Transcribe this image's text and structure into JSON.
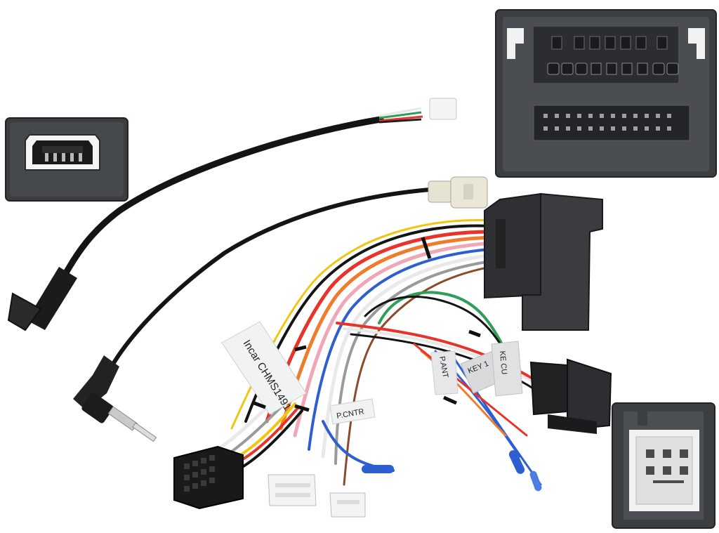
{
  "labels": {
    "main_tag": "Incar CHMS1491",
    "pcntr_tag": "P.CNTR",
    "pant_tag": "P.ANT",
    "key1_tag": "KEY 1",
    "key_cu_tag": "KE CU"
  },
  "colors": {
    "background": "#ffffff",
    "connector_dark": "#3a3d40",
    "connector_black": "#1c1d1f",
    "cable_black": "#141414",
    "tag_white": "#f1f2f2",
    "wire_red": "#e8332a",
    "wire_orange": "#f07c2b",
    "wire_blue": "#2d5fd0",
    "wire_green": "#2f9e5a",
    "wire_pink": "#f0a6b4",
    "wire_white": "#e9e9e9",
    "wire_grey": "#9a9a9a",
    "wire_yellow": "#f2c511",
    "wire_brown": "#8a4b2a",
    "wire_purple": "#7d4aa8"
  }
}
